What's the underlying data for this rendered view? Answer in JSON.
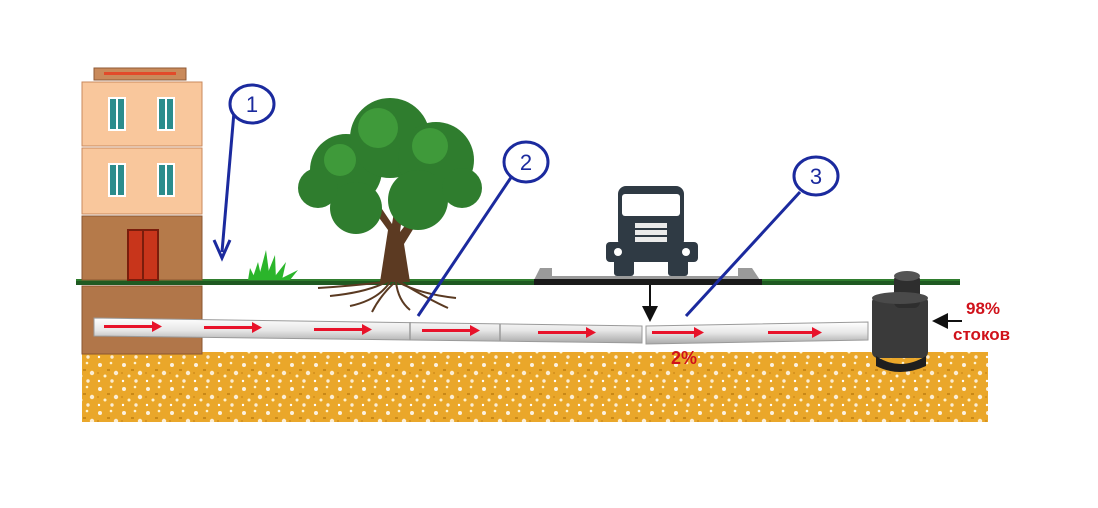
{
  "callouts": [
    {
      "label": "1"
    },
    {
      "label": "2"
    },
    {
      "label": "3"
    }
  ],
  "labels": {
    "percent_main": "98%",
    "stoki": "стоков",
    "percent_leak": "2%"
  },
  "colors": {
    "callout_blue": "#1b2a9e",
    "arrow_red": "#e8122a",
    "label_red": "#d0121b",
    "soil": "#e9a82a",
    "grass": "#1f5a22",
    "pipe": "#dcdcdc",
    "wall_upper": "#f9c79c",
    "wall_lower": "#b57a4a",
    "truck": "#2f3a44",
    "well": "#3a3a3a"
  },
  "icons": [
    "building-icon",
    "tree-icon",
    "grass-tuft-icon",
    "truck-icon",
    "sewer-well-icon"
  ]
}
